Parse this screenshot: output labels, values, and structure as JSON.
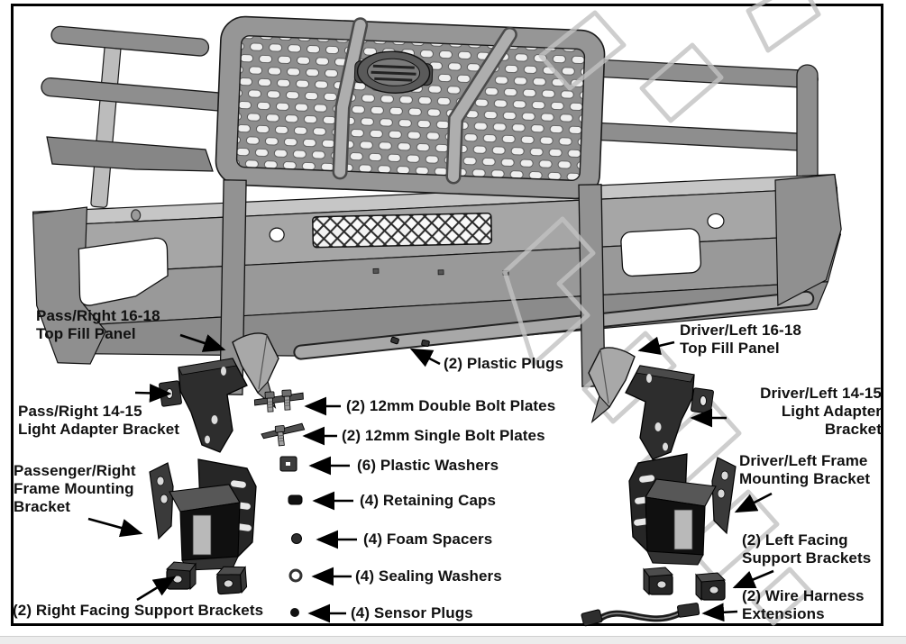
{
  "colors": {
    "label_text": "#111111",
    "line_art_outline": "#1a1a1a",
    "metal_light": "#c6c6c6",
    "metal_mid": "#9a9a9a",
    "metal_dark": "#6f6f6f",
    "part_dark": "#2d2d2d",
    "watermark": "#c2c2c2",
    "footer_strip": "#ececec",
    "frame_border": "#000000"
  },
  "labels": {
    "pass_top_fill": "Pass/Right 16-18\nTop Fill Panel",
    "pass_light_adapter": "Pass/Right 14-15\nLight Adapter Bracket",
    "pass_frame_bracket": "Passenger/Right\nFrame Mounting\nBracket",
    "right_support": "(2) Right Facing Support Brackets",
    "plastic_plugs": "(2) Plastic Plugs",
    "double_bolt": "(2) 12mm Double Bolt Plates",
    "single_bolt": "(2) 12mm Single Bolt Plates",
    "plastic_washers": "(6) Plastic Washers",
    "retaining_caps": "(4) Retaining Caps",
    "foam_spacers": "(4) Foam Spacers",
    "sealing_washers": "(4) Sealing Washers",
    "sensor_plugs": "(4) Sensor Plugs",
    "driver_top_fill": "Driver/Left 16-18\nTop Fill Panel",
    "driver_light_adapter": "Driver/Left 14-15\nLight Adapter\nBracket",
    "driver_frame_bracket": "Driver/Left Frame\nMounting Bracket",
    "left_support": "(2) Left Facing\nSupport Brackets",
    "wire_harness": "(2) Wire Harness\nExtensions"
  }
}
